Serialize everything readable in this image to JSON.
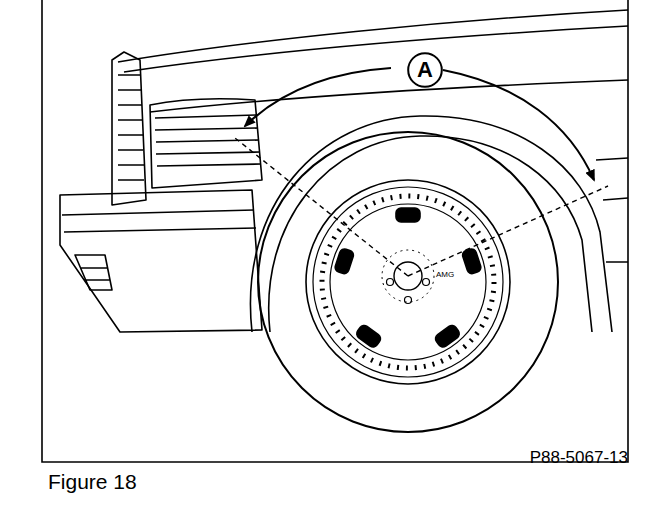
{
  "diagram": {
    "caption": "Figure 18",
    "nodes": [
      {
        "text": [
          "A"
        ]
      }
    ],
    "labels": [
      "P88-5067-13",
      "AMG"
    ]
  }
}
